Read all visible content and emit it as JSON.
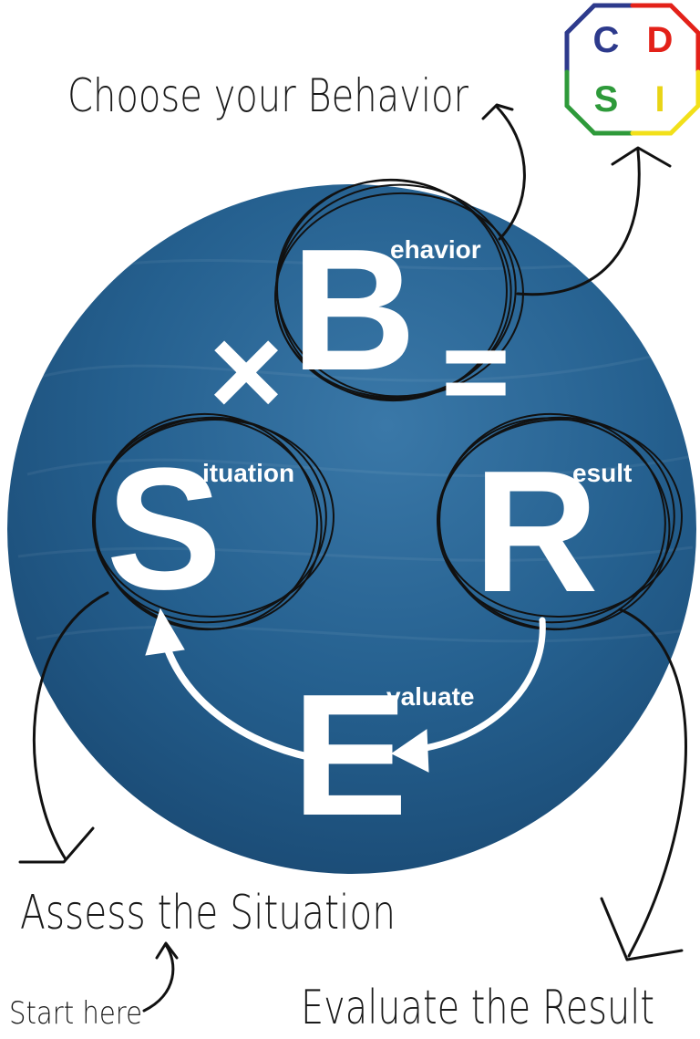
{
  "annotations": {
    "choose": "Choose your Behavior",
    "assess": "Assess the Situation",
    "start": "Start here",
    "evaluate_result": "Evaluate the Result"
  },
  "formula": {
    "times": "×",
    "equals": "="
  },
  "nodes": {
    "behavior": {
      "letter": "B",
      "rest": "ehavior"
    },
    "situation": {
      "letter": "S",
      "rest": "ituation"
    },
    "result": {
      "letter": "R",
      "rest": "esult"
    },
    "evaluate": {
      "letter": "E",
      "rest": "valuate"
    }
  },
  "logo": {
    "letters": [
      "C",
      "D",
      "S",
      "I"
    ],
    "colors": {
      "c": "#2d3a8c",
      "d": "#e32119",
      "s": "#2e9a3a",
      "i": "#f2e01a"
    }
  },
  "colors": {
    "circle_dark": "#1d4e7a",
    "circle_light": "#2f6d9c",
    "ink": "#1a1a1a"
  }
}
